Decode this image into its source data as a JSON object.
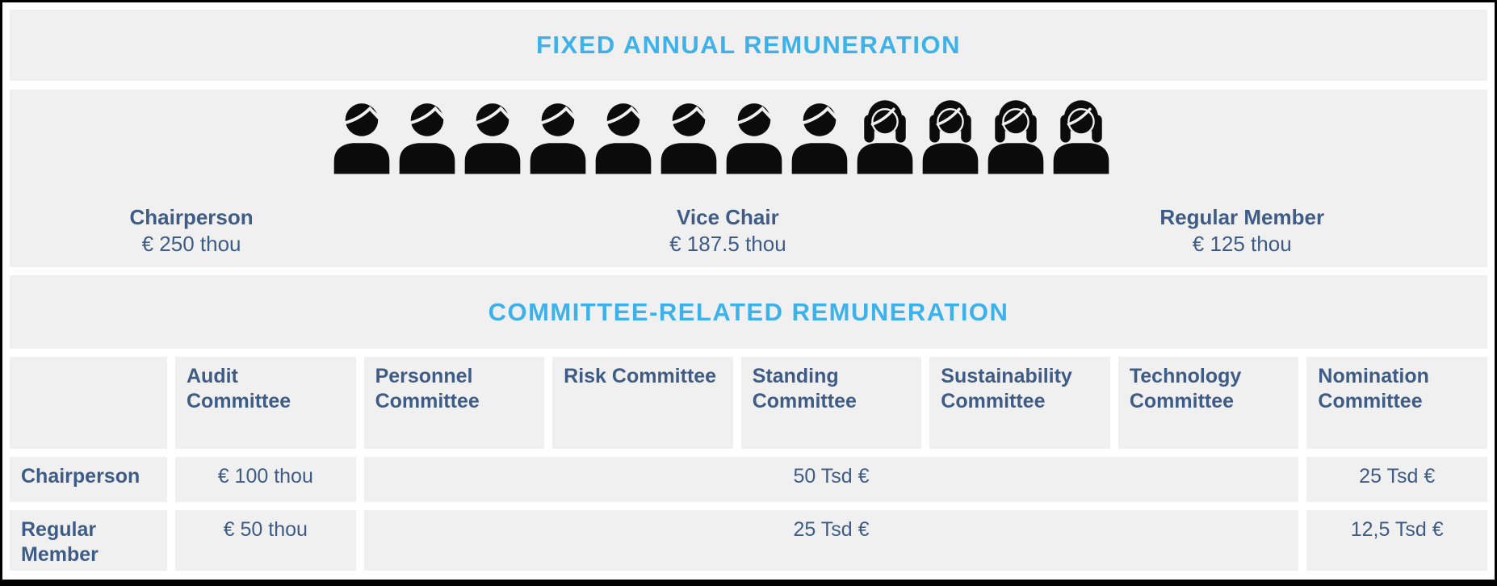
{
  "colors": {
    "accent": "#3db2ea",
    "text": "#3e5c85",
    "panel": "#f0f0f0",
    "border": "#000000"
  },
  "fixed_section": {
    "title": "FIXED ANNUAL REMUNERATION",
    "members": [
      "male",
      "male",
      "male",
      "male",
      "male",
      "male",
      "male",
      "male",
      "female",
      "female",
      "female",
      "female"
    ],
    "roles": [
      {
        "label": "Chairperson",
        "amount": "€ 250 thou"
      },
      {
        "label": "Vice Chair",
        "amount": "€ 187.5 thou"
      },
      {
        "label": "Regular Member",
        "amount": "€ 125 thou"
      }
    ]
  },
  "committee_section": {
    "title": "COMMITTEE-RELATED REMUNERATION",
    "columns": [
      "Audit Committee",
      "Personnel Committee",
      "Risk Committee",
      "Standing Committee",
      "Sustainability Committee",
      "Technology Committee",
      "Nomination Committee"
    ],
    "rows": [
      {
        "label": "Chairperson",
        "audit": "€ 100 thou",
        "middle": "50 Tsd €",
        "nomination": "25 Tsd €"
      },
      {
        "label": "Regular Member",
        "audit": "€ 50 thou",
        "middle": "25 Tsd €",
        "nomination": "12,5 Tsd €"
      }
    ]
  }
}
